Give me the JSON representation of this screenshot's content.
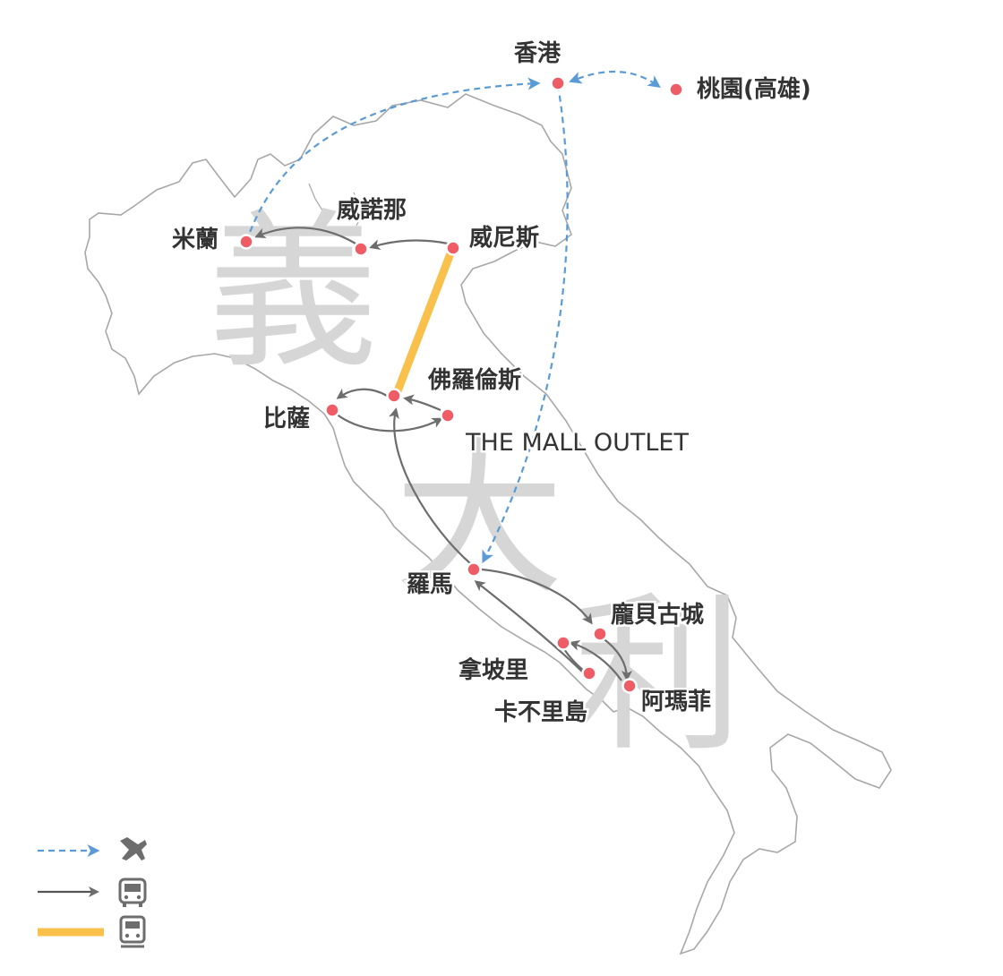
{
  "country_label": [
    "義",
    "大",
    "利"
  ],
  "cities": {
    "hongkong": "香港",
    "taoyuan": "桃園(高雄)",
    "milan": "米蘭",
    "verona": "威諾那",
    "venice": "威尼斯",
    "florence": "佛羅倫斯",
    "pisa": "比薩",
    "mall": "THE MALL OUTLET",
    "rome": "羅馬",
    "pompeii": "龐貝古城",
    "naples": "拿坡里",
    "amalfi": "阿瑪菲",
    "capri": "卡不里島"
  },
  "legend": [
    {
      "mode": "flight",
      "icon": "airplane-icon",
      "color": "#5b9bd5"
    },
    {
      "mode": "bus",
      "icon": "bus-icon",
      "color": "#555555"
    },
    {
      "mode": "train",
      "icon": "train-icon",
      "color": "#f9c04c"
    }
  ],
  "colors": {
    "city_dot": "#ee5c66",
    "flight": "#5b9bd5",
    "bus": "#6d6d6d",
    "train": "#f9c04c",
    "land_outline": "#a7a7a7"
  }
}
